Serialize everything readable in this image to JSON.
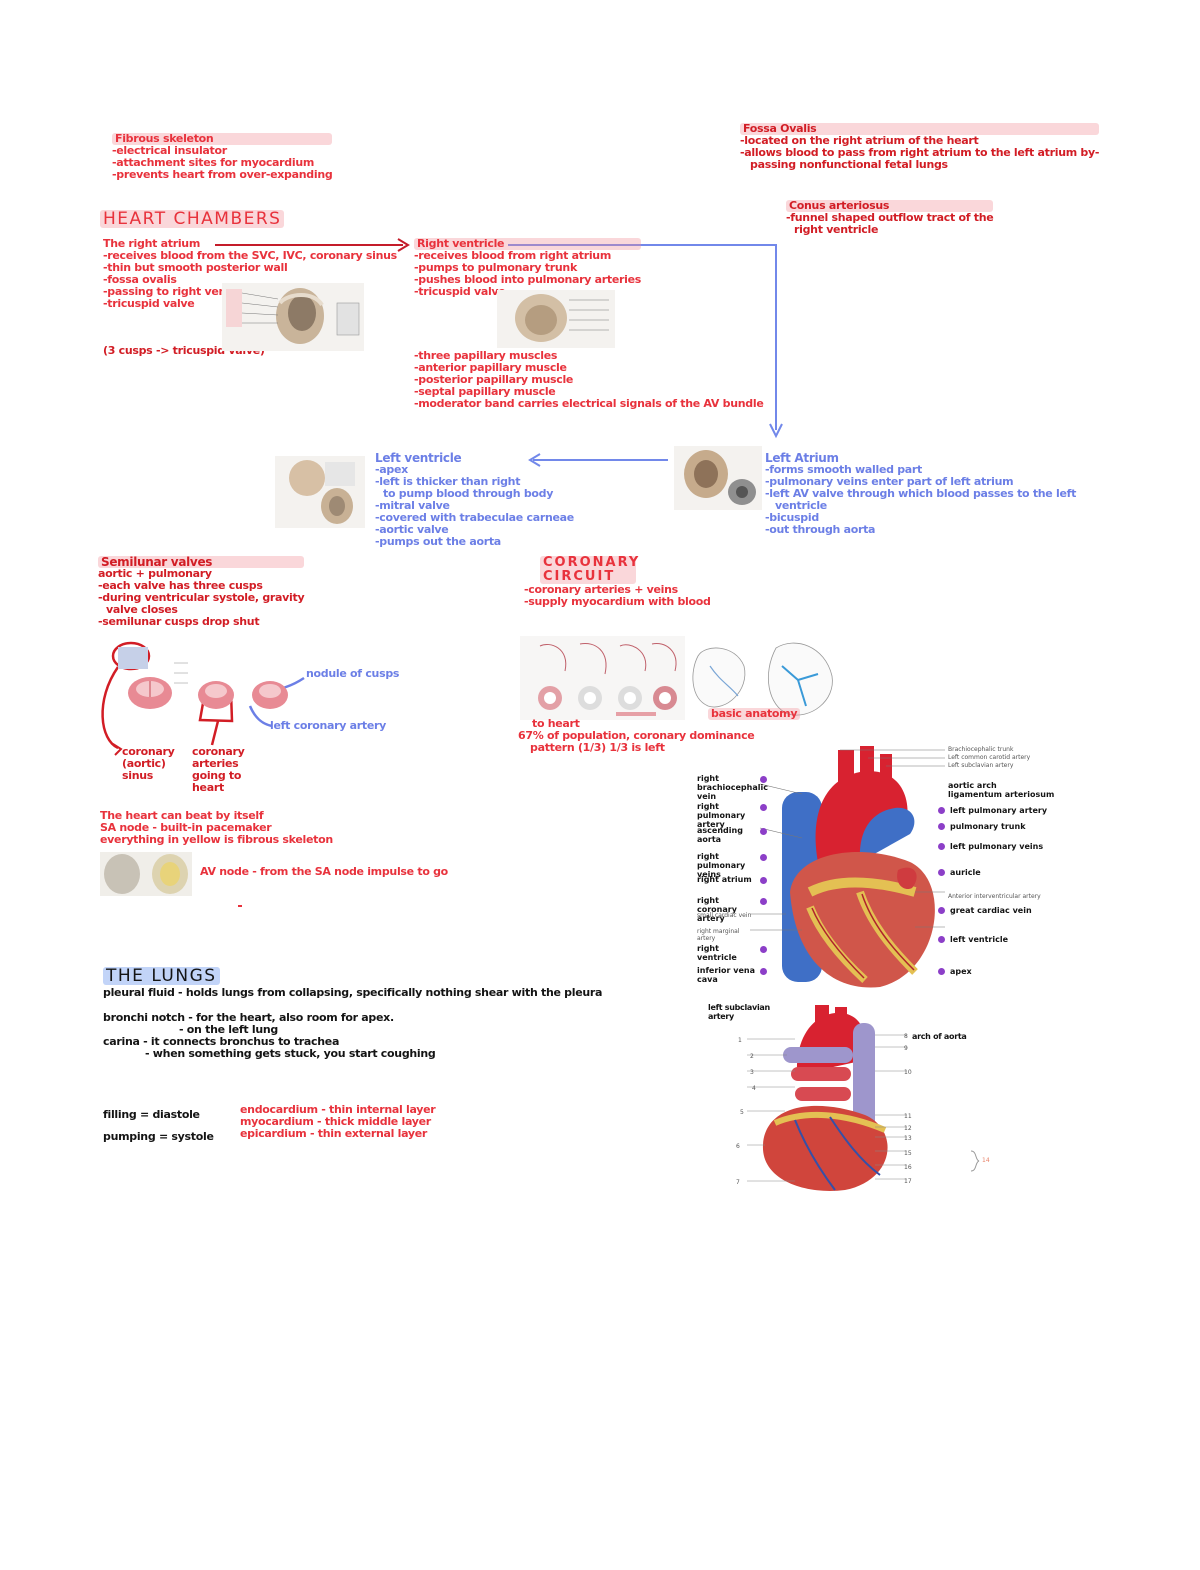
{
  "fibrous": {
    "title": "Fibrous skeleton",
    "lines": [
      "-electrical insulator",
      "-attachment sites for myocardium",
      "-prevents heart from over-expanding"
    ]
  },
  "fossa": {
    "title": "Fossa Ovalis",
    "lines": [
      "-located on the right atrium of the heart",
      "-allows blood to pass from right atrium to the left atrium by-",
      "passing nonfunctional fetal lungs"
    ]
  },
  "conus": {
    "title": "Conus arteriosus",
    "lines": [
      "-funnel shaped outflow tract of the",
      "right ventricle"
    ]
  },
  "heart_chambers": {
    "title": "HEART CHAMBERS"
  },
  "right_atrium": {
    "title": "The right atrium",
    "lines": [
      "-receives blood from the SVC, IVC, coronary sinus",
      "-thin but smooth posterior wall",
      "-fossa ovalis",
      "-passing to right ventricle",
      "-tricuspid valve"
    ],
    "footer": "(3 cusps -> tricuspid valve)"
  },
  "right_ventricle": {
    "title": "Right ventricle",
    "lines": [
      "-receives blood from right atrium",
      "-pumps to pulmonary trunk",
      "-pushes blood into pulmonary arteries",
      "-tricuspid valve"
    ],
    "sub": [
      "-three papillary muscles",
      "-anterior papillary muscle",
      "-posterior papillary muscle",
      "-septal papillary muscle",
      "-moderator band carries electrical signals of the AV bundle"
    ]
  },
  "left_ventricle": {
    "title": "Left ventricle",
    "lines": [
      "-apex",
      "-left is thicker than right",
      "to pump blood through body",
      "-mitral valve",
      "-covered with trabeculae carneae",
      "-aortic valve",
      "-pumps out the aorta"
    ]
  },
  "left_atrium": {
    "title": "Left Atrium",
    "lines": [
      "-forms smooth walled part",
      "-pulmonary veins enter part of left atrium",
      "-left AV valve through which blood passes to the left",
      "ventricle",
      "-bicuspid",
      "-out through aorta"
    ]
  },
  "semilunar": {
    "title": "Semilunar valves",
    "lines": [
      "aortic + pulmonary",
      "-each valve has three cusps",
      "-during ventricular systole, gravity",
      "valve closes",
      "-semilunar cusps drop shut"
    ],
    "annotations": [
      "nodule of cusps",
      "left coronary artery"
    ],
    "labels": [
      "coronary (aortic) sinus",
      "coronary arteries going to heart"
    ]
  },
  "heart_sound": {
    "lines": [
      "The heart can beat by itself",
      "SA node - built-in pacemaker",
      "everything in yellow is fibrous skeleton"
    ],
    "caption": "AV node - from the SA node impulse to go"
  },
  "coronary": {
    "title": "CORONARY CIRCUIT",
    "lines": [
      "-coronary arteries + veins",
      "-supply myocardium with blood"
    ],
    "caption": "basic anatomy",
    "notes": [
      "to heart",
      "67% of population, coronary dominance",
      "pattern (1/3)  1/3 is left"
    ]
  },
  "lungs": {
    "title": "THE LUNGS",
    "line1": "pleural fluid - holds lungs from collapsing, specifically nothing shear with the pleura",
    "line2": "bronchi notch - for the heart, also room for apex.",
    "line3": "- on the left lung",
    "line4": "carina - it connects bronchus to trachea",
    "line5": "- when something gets stuck, you start coughing"
  },
  "cycle": {
    "left": [
      "filling = diastole",
      "pumping = systole"
    ],
    "right": [
      "endocardium - thin internal layer",
      "myocardium - thick middle layer",
      "epicardium - thin external layer"
    ]
  },
  "heart_anterior_labels": {
    "left": [
      "right brachiocephalic vein",
      "right pulmonary artery",
      "ascending aorta",
      "right pulmonary veins",
      "right atrium",
      "right coronary artery",
      "small cardiac vein",
      "right marginal artery",
      "right ventricle",
      "inferior vena cava"
    ],
    "right": [
      "Brachiocephalic trunk",
      "Left common carotid artery",
      "Left subclavian artery",
      "aortic arch",
      "ligamentum arteriosum",
      "left pulmonary artery",
      "pulmonary trunk",
      "left pulmonary veins",
      "auricle",
      "Anterior interventricular artery",
      "great cardiac vein",
      "left ventricle",
      "apex"
    ]
  },
  "heart_posterior": {
    "left_label": "left subclavian artery",
    "right_label": "arch of aorta",
    "numbers": [
      "1",
      "2",
      "3",
      "4",
      "5",
      "6",
      "7",
      "8",
      "9",
      "10",
      "11",
      "12",
      "13",
      "15",
      "16",
      "17"
    ],
    "brace": "14"
  },
  "colors": {
    "red": "#e8323c",
    "blue": "#6c7fe6",
    "black": "#141414",
    "purple": "#8c3fc8"
  }
}
